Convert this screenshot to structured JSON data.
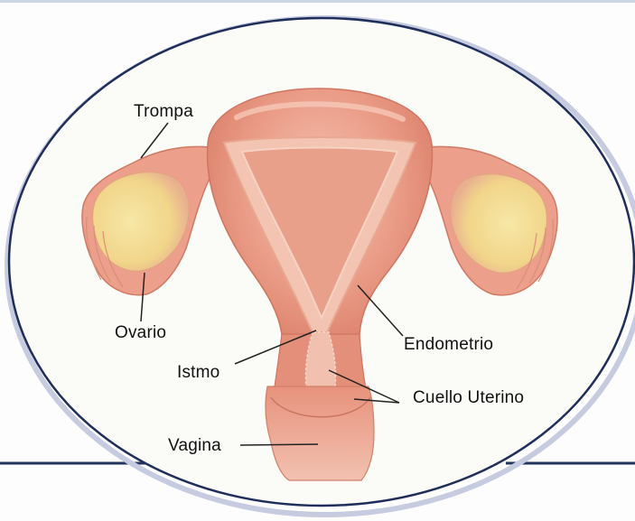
{
  "labels": {
    "trompa": "Trompa",
    "ovario": "Ovario",
    "istmo": "Istmo",
    "endometrio": "Endometrio",
    "cuello_uterino": "Cuello Uterino",
    "vagina": "Vagina"
  },
  "colors": {
    "background": "#fdfdfd",
    "oval_outline": "#1f2e5a",
    "oval_fill": "#fbfbf8",
    "uterus_tissue": "#e8907c",
    "uterus_highlight": "#f4b8a8",
    "cavity_lining": "#f6c7b5",
    "ovary_yellow": "#f3dc8c",
    "footer_rule": "#23345f",
    "leader_line": "#222222"
  }
}
